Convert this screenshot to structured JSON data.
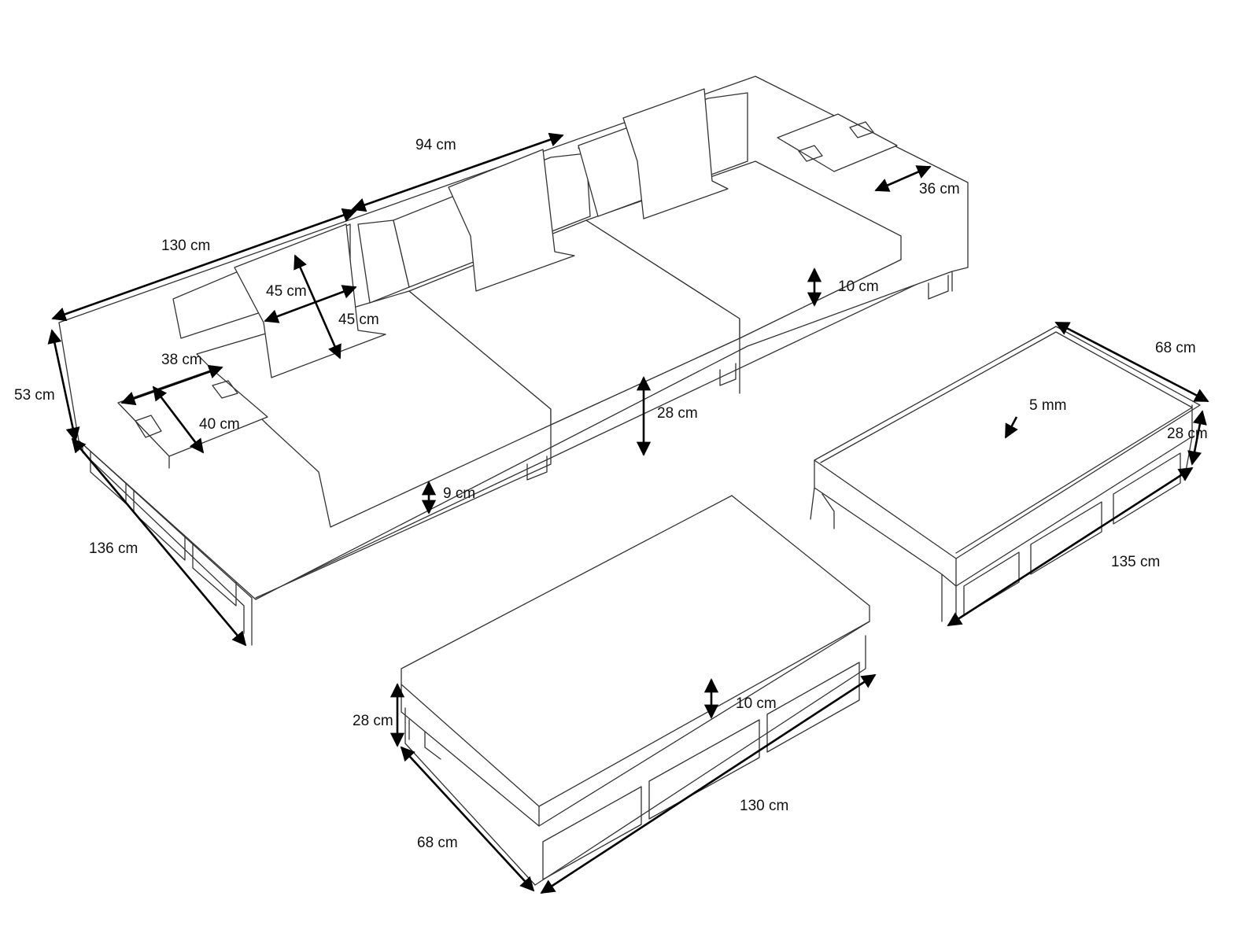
{
  "dimensions": {
    "sofa_total_length": "130 cm",
    "middle_module_length": "94 cm",
    "right_tray_width": "36 cm",
    "back_height": "53 cm",
    "pillow_width": "45 cm",
    "pillow_height": "45 cm",
    "tray_length": "38 cm",
    "tray_width": "40 cm",
    "seat_cushion_height": "10 cm",
    "seat_height": "28 cm",
    "cushion_thickness": "9 cm",
    "chaise_depth": "136 cm",
    "table_depth": "68 cm",
    "table_glass": "5 mm",
    "table_height": "28 cm",
    "table_length": "135 cm",
    "ottoman_height": "28 cm",
    "ottoman_cushion": "10 cm",
    "ottoman_length": "130 cm",
    "ottoman_depth": "68 cm"
  },
  "colors": {
    "line": "#333333",
    "dimension": "#000000",
    "background": "#ffffff"
  }
}
